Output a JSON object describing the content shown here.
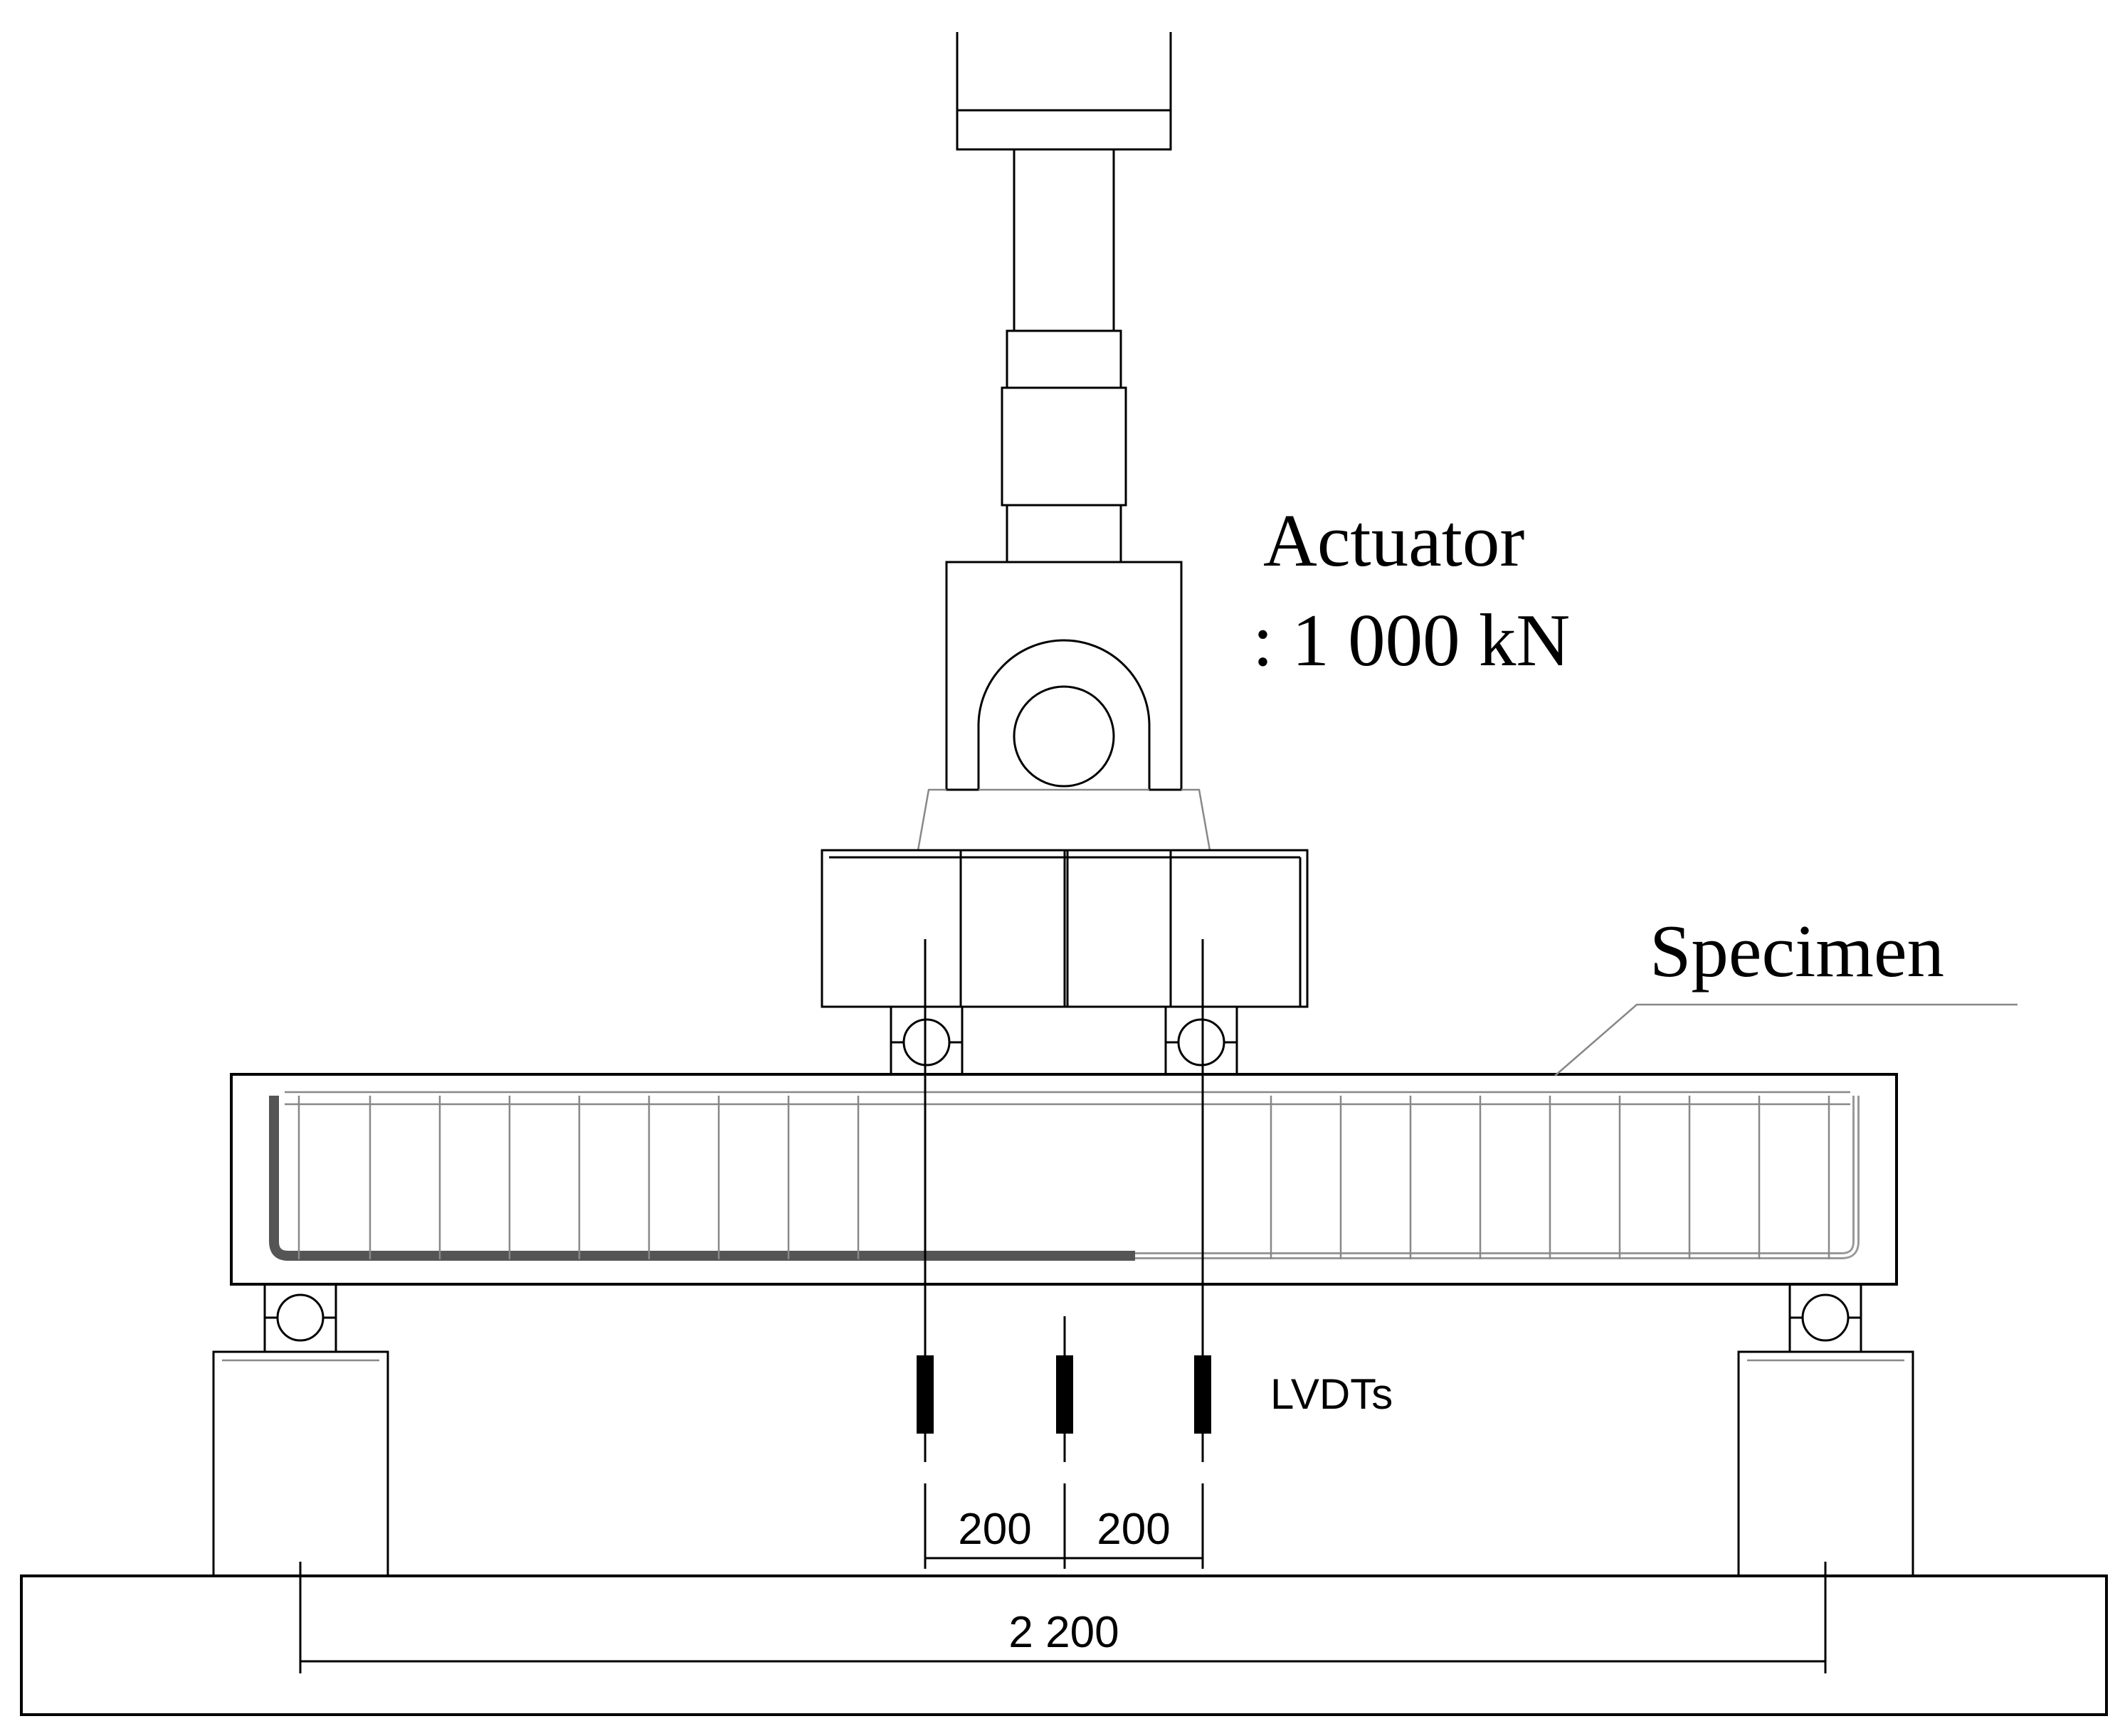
{
  "labels": {
    "actuator_name": "Actuator",
    "actuator_capacity": ": 1 000 kN",
    "specimen": "Specimen",
    "lvdts": "LVDTs"
  },
  "dimensions": {
    "lvdt_spacing_left": "200",
    "lvdt_spacing_right": "200",
    "span": "2 200"
  },
  "icons": {
    "actuator": "hydraulic-actuator-icon",
    "spreader_beam": "spreader-beam-icon",
    "roller_support": "roller-support-icon",
    "pedestal": "pedestal-icon",
    "lvdt": "lvdt-sensor-icon"
  },
  "colors": {
    "line": "#000000",
    "rebar_dark": "#555555",
    "rebar_light": "#999999",
    "background": "#ffffff"
  }
}
